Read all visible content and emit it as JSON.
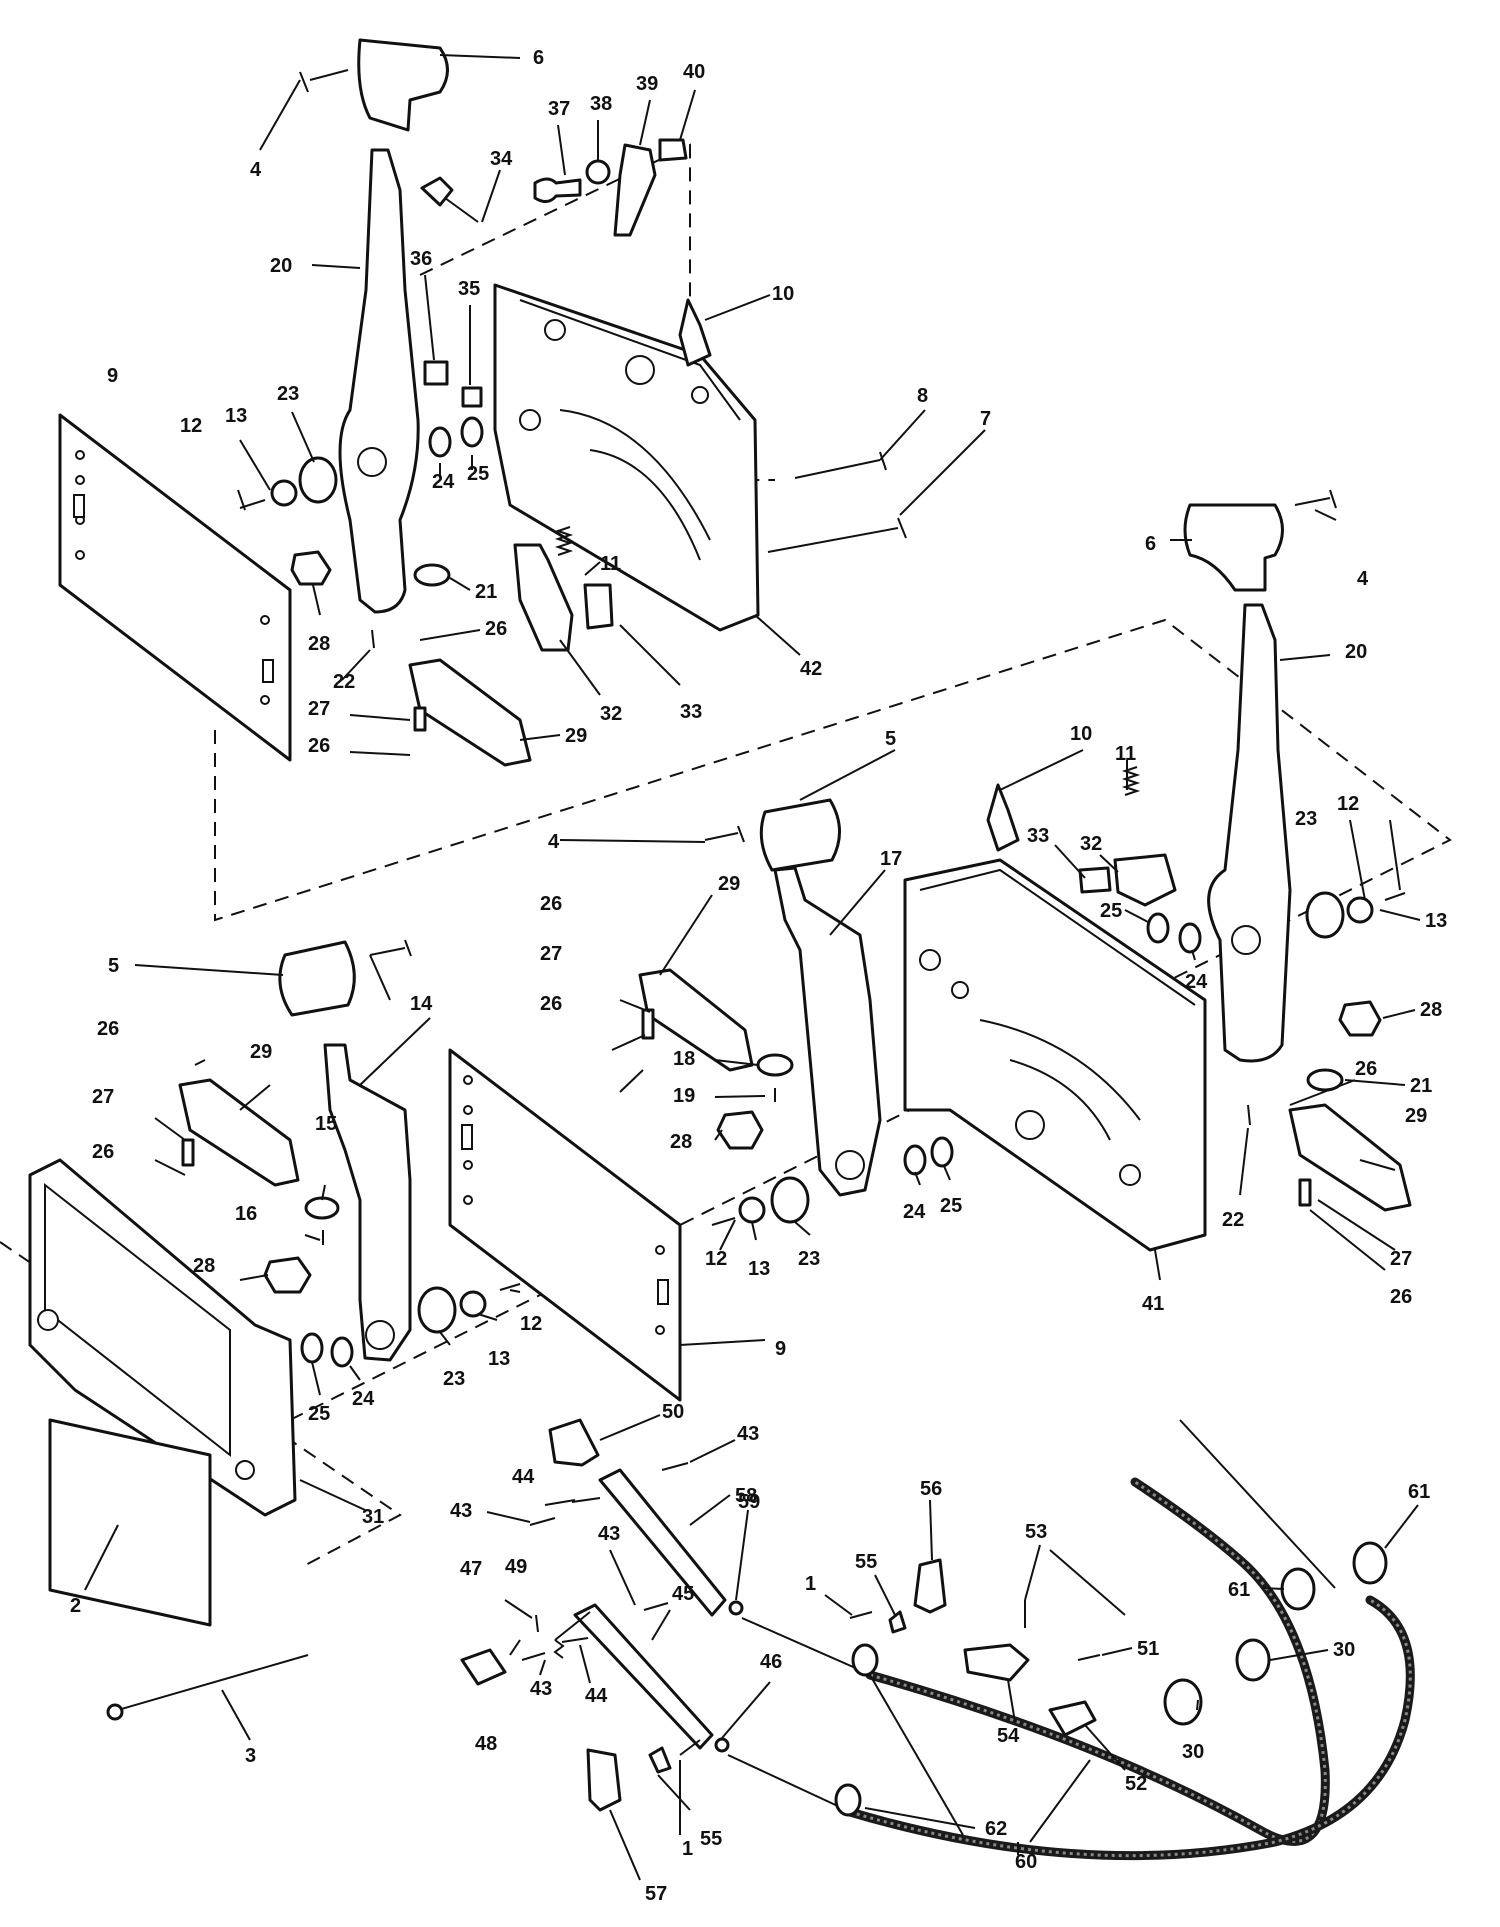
{
  "callouts": {
    "c1a": "1",
    "c1b": "1",
    "c2": "2",
    "c3": "3",
    "c4a": "4",
    "c4b": "4",
    "c4c": "4",
    "c5a": "5",
    "c5b": "5",
    "c6a": "6",
    "c6b": "6",
    "c7": "7",
    "c8": "8",
    "c9a": "9",
    "c9b": "9",
    "c10a": "10",
    "c10b": "10",
    "c11a": "11",
    "c11b": "11",
    "c12a": "12",
    "c12b": "12",
    "c12c": "12",
    "c12d": "12",
    "c13a": "13",
    "c13b": "13",
    "c13c": "13",
    "c13d": "13",
    "c14": "14",
    "c15": "15",
    "c16": "16",
    "c17": "17",
    "c18": "18",
    "c19": "19",
    "c20a": "20",
    "c20b": "20",
    "c21a": "21",
    "c21b": "21",
    "c22a": "22",
    "c22b": "22",
    "c23a": "23",
    "c23b": "23",
    "c23c": "23",
    "c23d": "23",
    "c24a": "24",
    "c24b": "24",
    "c24c": "24",
    "c24d": "24",
    "c25a": "25",
    "c25b": "25",
    "c25c": "25",
    "c25d": "25",
    "c26a": "26",
    "c26b": "26",
    "c26c": "26",
    "c26d": "26",
    "c26e": "26",
    "c26f": "26",
    "c26g": "26",
    "c27a": "27",
    "c27b": "27",
    "c27c": "27",
    "c27d": "27",
    "c28a": "28",
    "c28b": "28",
    "c28c": "28",
    "c28d": "28",
    "c29a": "29",
    "c29b": "29",
    "c29c": "29",
    "c29d": "29",
    "c30a": "30",
    "c30b": "30",
    "c31": "31",
    "c32a": "32",
    "c32b": "32",
    "c33a": "33",
    "c33b": "33",
    "c34": "34",
    "c35": "35",
    "c36": "36",
    "c37": "37",
    "c38": "38",
    "c39": "39",
    "c40": "40",
    "c41": "41",
    "c42": "42",
    "c43a": "43",
    "c43b": "43",
    "c43c": "43",
    "c43d": "43",
    "c44a": "44",
    "c44b": "44",
    "c45": "45",
    "c46": "46",
    "c47": "47",
    "c48": "48",
    "c49": "49",
    "c50": "50",
    "c51": "51",
    "c52": "52",
    "c53": "53",
    "c54": "54",
    "c55a": "55",
    "c55b": "55",
    "c56": "56",
    "c57": "57",
    "c58": "58",
    "c59": "59",
    "c60": "60",
    "c61a": "61",
    "c61b": "61",
    "c62": "62"
  }
}
